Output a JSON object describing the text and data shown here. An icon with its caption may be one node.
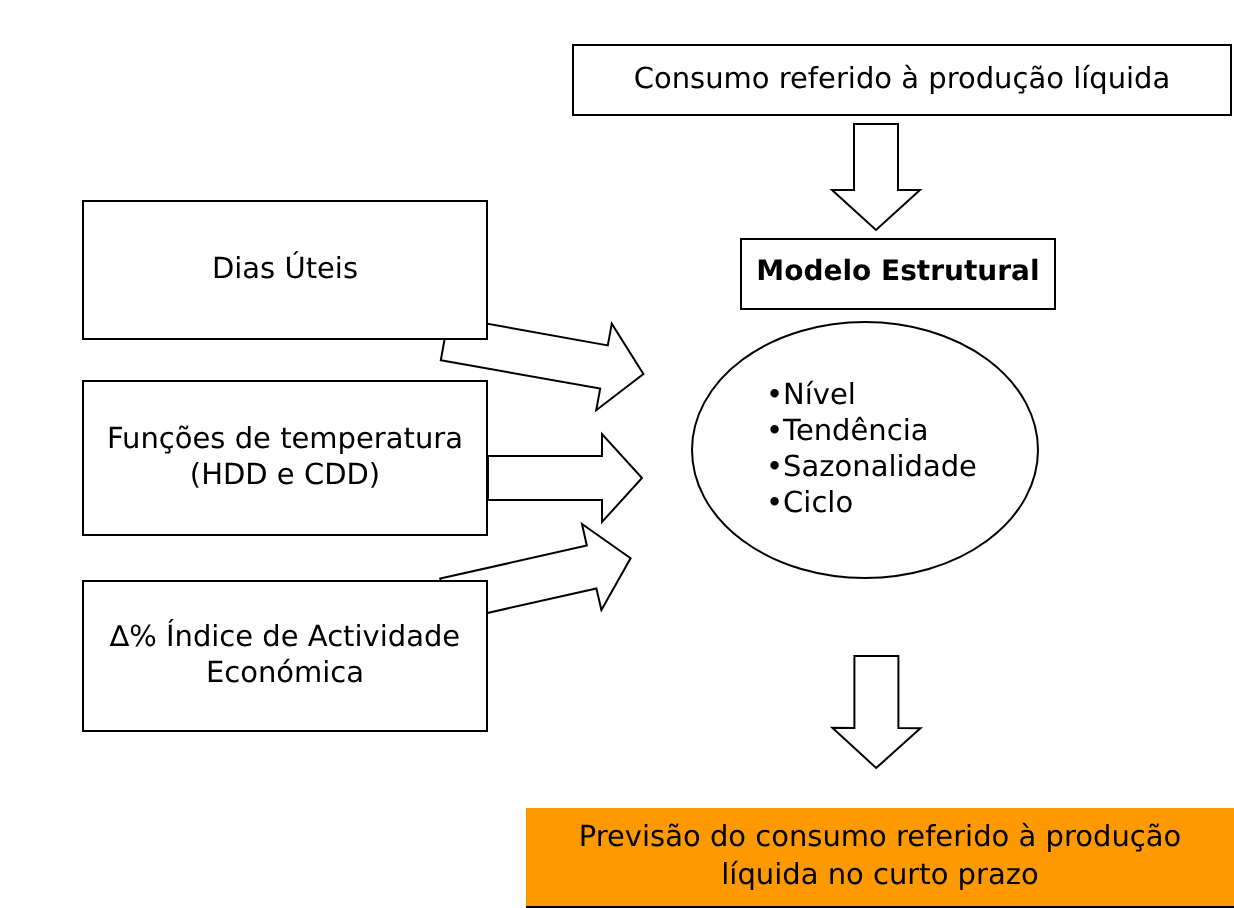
{
  "diagram": {
    "nodes": [
      {
        "text": [
          "Consumo referido à produção líquida"
        ]
      },
      {
        "text": [
          "Dias Úteis"
        ]
      },
      {
        "text": [
          "Modelo Estrutural"
        ]
      },
      {
        "text": [
          "•Nível",
          "•Tendência",
          "•Sazonalidade",
          "•Ciclo"
        ]
      },
      {
        "text": [
          "Funções de temperatura (HDD e CDD)"
        ]
      },
      {
        "text": [
          "∆% Índice de Actividade Económica"
        ]
      },
      {
        "text": [
          "Previsão do consumo referido à produção líquida no curto prazo"
        ]
      }
    ],
    "edges": [
      {
        "from": 0,
        "to": 2,
        "arrow": "to"
      },
      {
        "from": 1,
        "to": 3,
        "arrow": "to"
      },
      {
        "from": 4,
        "to": 3,
        "arrow": "to"
      },
      {
        "from": 5,
        "to": 3,
        "arrow": "to"
      },
      {
        "from": 3,
        "to": 6,
        "arrow": "to"
      }
    ]
  }
}
